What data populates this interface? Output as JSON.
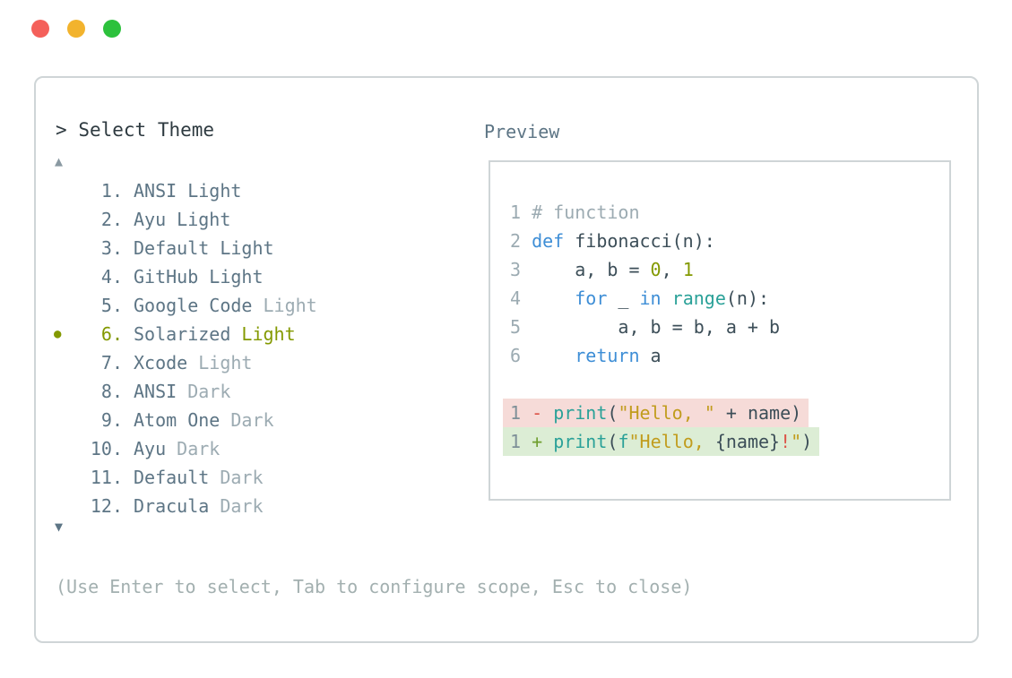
{
  "window": {
    "controls": [
      "close",
      "minimize",
      "zoom"
    ]
  },
  "prompt": {
    "caret": ">",
    "title": "Select Theme"
  },
  "list": {
    "up_arrow": "▲",
    "down_arrow": "▼",
    "bullet": "●",
    "items": [
      {
        "num": "1.",
        "name": "ANSI",
        "variant": "Light",
        "dim": false,
        "selected": false
      },
      {
        "num": "2.",
        "name": "Ayu",
        "variant": "Light",
        "dim": false,
        "selected": false
      },
      {
        "num": "3.",
        "name": "Default",
        "variant": "Light",
        "dim": false,
        "selected": false
      },
      {
        "num": "4.",
        "name": "GitHub",
        "variant": "Light",
        "dim": false,
        "selected": false
      },
      {
        "num": "5.",
        "name": "Google Code",
        "variant": "Light",
        "dim": true,
        "selected": false
      },
      {
        "num": "6.",
        "name": "Solarized",
        "variant": "Light",
        "dim": false,
        "selected": true
      },
      {
        "num": "7.",
        "name": "Xcode",
        "variant": "Light",
        "dim": true,
        "selected": false
      },
      {
        "num": "8.",
        "name": "ANSI",
        "variant": "Dark",
        "dim": true,
        "selected": false
      },
      {
        "num": "9.",
        "name": "Atom One",
        "variant": "Dark",
        "dim": true,
        "selected": false
      },
      {
        "num": "10.",
        "name": "Ayu",
        "variant": "Dark",
        "dim": true,
        "selected": false
      },
      {
        "num": "11.",
        "name": "Default",
        "variant": "Dark",
        "dim": true,
        "selected": false
      },
      {
        "num": "12.",
        "name": "Dracula",
        "variant": "Dark",
        "dim": true,
        "selected": false
      }
    ]
  },
  "preview": {
    "label": "Preview",
    "code_lines": [
      {
        "num": "1",
        "tokens": [
          [
            "# function",
            "comment"
          ]
        ]
      },
      {
        "num": "2",
        "tokens": [
          [
            "def",
            "kw"
          ],
          [
            " fibonacci(n):",
            "plain"
          ]
        ]
      },
      {
        "num": "3",
        "tokens": [
          [
            "    a, b = ",
            "plain"
          ],
          [
            "0",
            "lit"
          ],
          [
            ", ",
            "plain"
          ],
          [
            "1",
            "lit"
          ]
        ]
      },
      {
        "num": "4",
        "tokens": [
          [
            "    ",
            "plain"
          ],
          [
            "for",
            "kw"
          ],
          [
            " _ ",
            "plain"
          ],
          [
            "in",
            "kw"
          ],
          [
            " ",
            "plain"
          ],
          [
            "range",
            "fn"
          ],
          [
            "(n):",
            "plain"
          ]
        ]
      },
      {
        "num": "5",
        "tokens": [
          [
            "        a, b = b, a + b",
            "plain"
          ]
        ]
      },
      {
        "num": "6",
        "tokens": [
          [
            "    ",
            "plain"
          ],
          [
            "return",
            "kw"
          ],
          [
            " a",
            "plain"
          ]
        ]
      },
      {
        "blank": true
      },
      {
        "num": "1",
        "diff": "removed",
        "sign": "-",
        "tokens": [
          [
            "print",
            "fn"
          ],
          [
            "(",
            "plain"
          ],
          [
            "\"Hello, \"",
            "str"
          ],
          [
            " + name)",
            "plain"
          ]
        ]
      },
      {
        "num": "1",
        "diff": "added",
        "sign": "+",
        "tokens": [
          [
            "print",
            "fn"
          ],
          [
            "(",
            "plain"
          ],
          [
            "f",
            "fn"
          ],
          [
            "\"Hello, ",
            "str"
          ],
          [
            "{name}",
            "plain"
          ],
          [
            "!",
            "bang"
          ],
          [
            "\"",
            "str"
          ],
          [
            ")",
            "plain"
          ]
        ]
      }
    ]
  },
  "footer": {
    "hint": "(Use Enter to select, Tab to configure scope, Esc to close)"
  },
  "colors": {
    "dark": "#3c4e58",
    "slate": "#5d7585",
    "dim": "#9cabb2",
    "olive": "#839900",
    "blue": "#3e8ed6",
    "teal": "#2aa198",
    "yellow": "#c19c1d",
    "red": "#dc5247",
    "plus_green": "#6f9e2e",
    "footer_gray": "#a3b0b0",
    "border": "#cfd5d7",
    "removed_bg": "#f6dbd8",
    "added_bg": "#dcedd5",
    "tl_red": "#f4605a",
    "tl_yellow": "#f2b32d",
    "tl_green": "#2cc13c",
    "up_arrow_gray": "#8a99a2"
  }
}
